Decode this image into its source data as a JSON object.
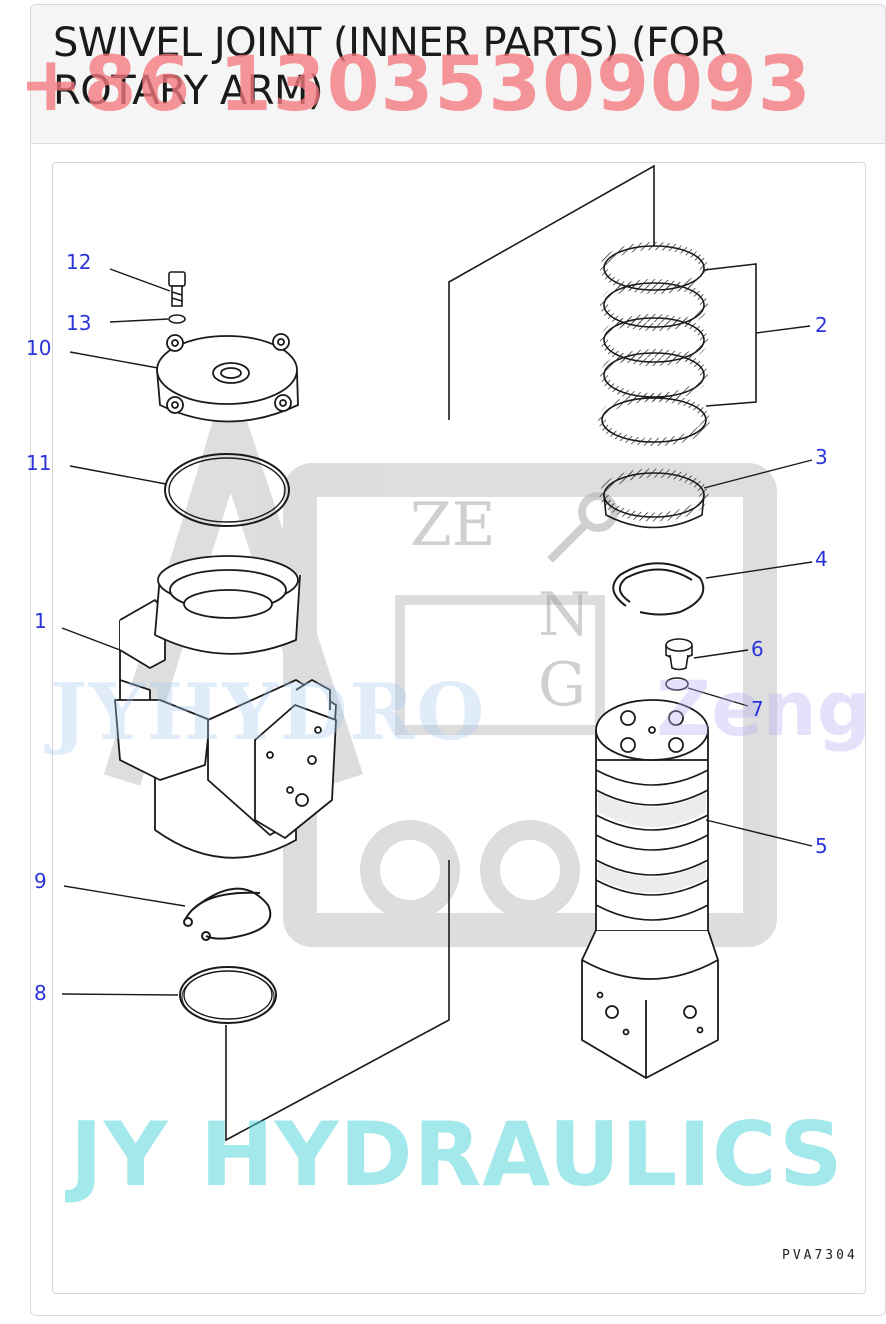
{
  "header": {
    "title": "SWIVEL JOINT (INNER PARTS) (FOR ROTARY ARM)",
    "phone_watermark": "+86 13035309093"
  },
  "watermarks": {
    "bottom": "JY HYDRAULICS",
    "middle": "JYHYDRO",
    "right": "Zeng",
    "logo_letters": [
      "ZE",
      "N",
      "G"
    ]
  },
  "diagram": {
    "drawing_code": "PVA7304",
    "callouts": [
      {
        "id": "12",
        "label": "12"
      },
      {
        "id": "13",
        "label": "13"
      },
      {
        "id": "10",
        "label": "10"
      },
      {
        "id": "11",
        "label": "11"
      },
      {
        "id": "1",
        "label": "1"
      },
      {
        "id": "9",
        "label": "9"
      },
      {
        "id": "8",
        "label": "8"
      },
      {
        "id": "2",
        "label": "2"
      },
      {
        "id": "3",
        "label": "3"
      },
      {
        "id": "4",
        "label": "4"
      },
      {
        "id": "6",
        "label": "6"
      },
      {
        "id": "7",
        "label": "7"
      },
      {
        "id": "5",
        "label": "5"
      }
    ],
    "colors": {
      "callout_text": "#2b34d9",
      "line_art": "#1a1a1a",
      "logo_gray": "#b0b0b0"
    }
  }
}
